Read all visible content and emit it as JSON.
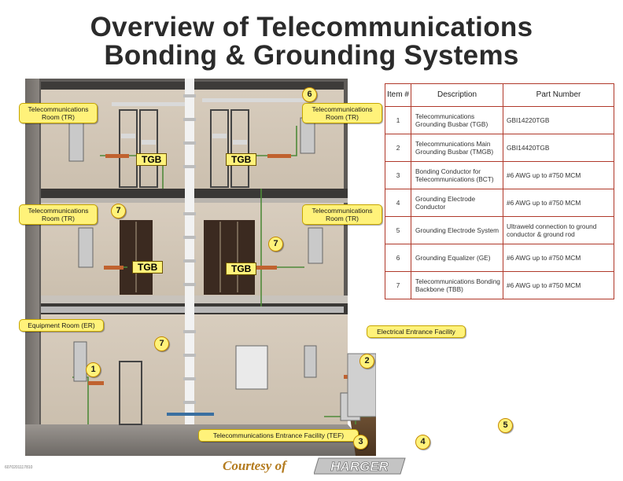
{
  "title": {
    "line1": "Overview of Telecommunications",
    "line2": "Bonding & Grounding Systems"
  },
  "labels": {
    "tr_top_left": [
      "Telecommunications",
      "Room (TR)"
    ],
    "tr_top_right": [
      "Telecommunications",
      "Room (TR)"
    ],
    "tr_mid_left": [
      "Telecommunications",
      "Room (TR)"
    ],
    "tr_mid_right": [
      "Telecommunications",
      "Room (TR)"
    ],
    "equipment_room": "Equipment Room (ER)",
    "electrical_entrance": "Electrical Entrance Facility",
    "tef": "Telecommunications Entrance Facility (TEF)",
    "tgb": "TGB"
  },
  "numbers": {
    "n1": "1",
    "n2": "2",
    "n3": "3",
    "n4": "4",
    "n5": "5",
    "n6": "6",
    "n7a": "7",
    "n7b": "7",
    "n7c": "7"
  },
  "table": {
    "headers": [
      "Item #",
      "Description",
      "Part Number"
    ],
    "rows": [
      {
        "item": "1",
        "desc": "Telecommunications Grounding Busbar (TGB)",
        "part": "GBI14220TGB"
      },
      {
        "item": "2",
        "desc": "Telecommunications Main Grounding Busbar (TMGB)",
        "part": "GBI14420TGB"
      },
      {
        "item": "3",
        "desc": "Bonding Conductor for Telecommunications (BCT)",
        "part": "#6 AWG up to #750 MCM"
      },
      {
        "item": "4",
        "desc": "Grounding Electrode Conductor",
        "part": "#6 AWG up to #750 MCM"
      },
      {
        "item": "5",
        "desc": "Grounding Electrode System",
        "part": "Ultraweld connection to ground conductor & ground rod"
      },
      {
        "item": "6",
        "desc": "Grounding Equalizer (GE)",
        "part": "#6 AWG up to #750 MCM"
      },
      {
        "item": "7",
        "desc": "Telecommunications Bonding Backbone (TBB)",
        "part": "#6 AWG up to #750 MCM"
      }
    ]
  },
  "footer": {
    "code": "6070201117810",
    "courtesy": "Courtesy of",
    "brand": "HARGER"
  }
}
